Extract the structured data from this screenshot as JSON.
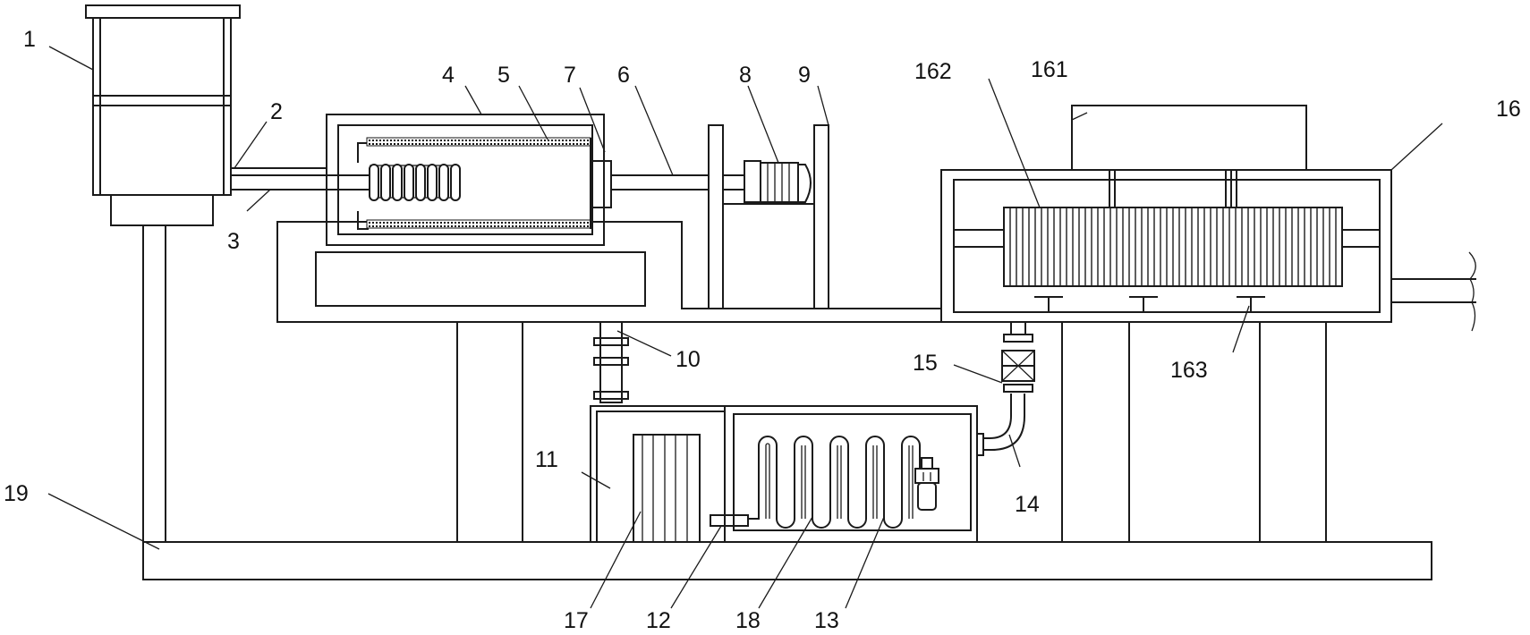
{
  "diagram": {
    "labels": {
      "l1": "1",
      "l2": "2",
      "l3": "3",
      "l4": "4",
      "l5": "5",
      "l6": "6",
      "l7": "7",
      "l8": "8",
      "l9": "9",
      "l10": "10",
      "l11": "11",
      "l12": "12",
      "l13": "13",
      "l14": "14",
      "l15": "15",
      "l16": "16",
      "l161": "161",
      "l162": "162",
      "l163": "163",
      "l17": "17",
      "l18": "18",
      "l19": "19"
    }
  }
}
